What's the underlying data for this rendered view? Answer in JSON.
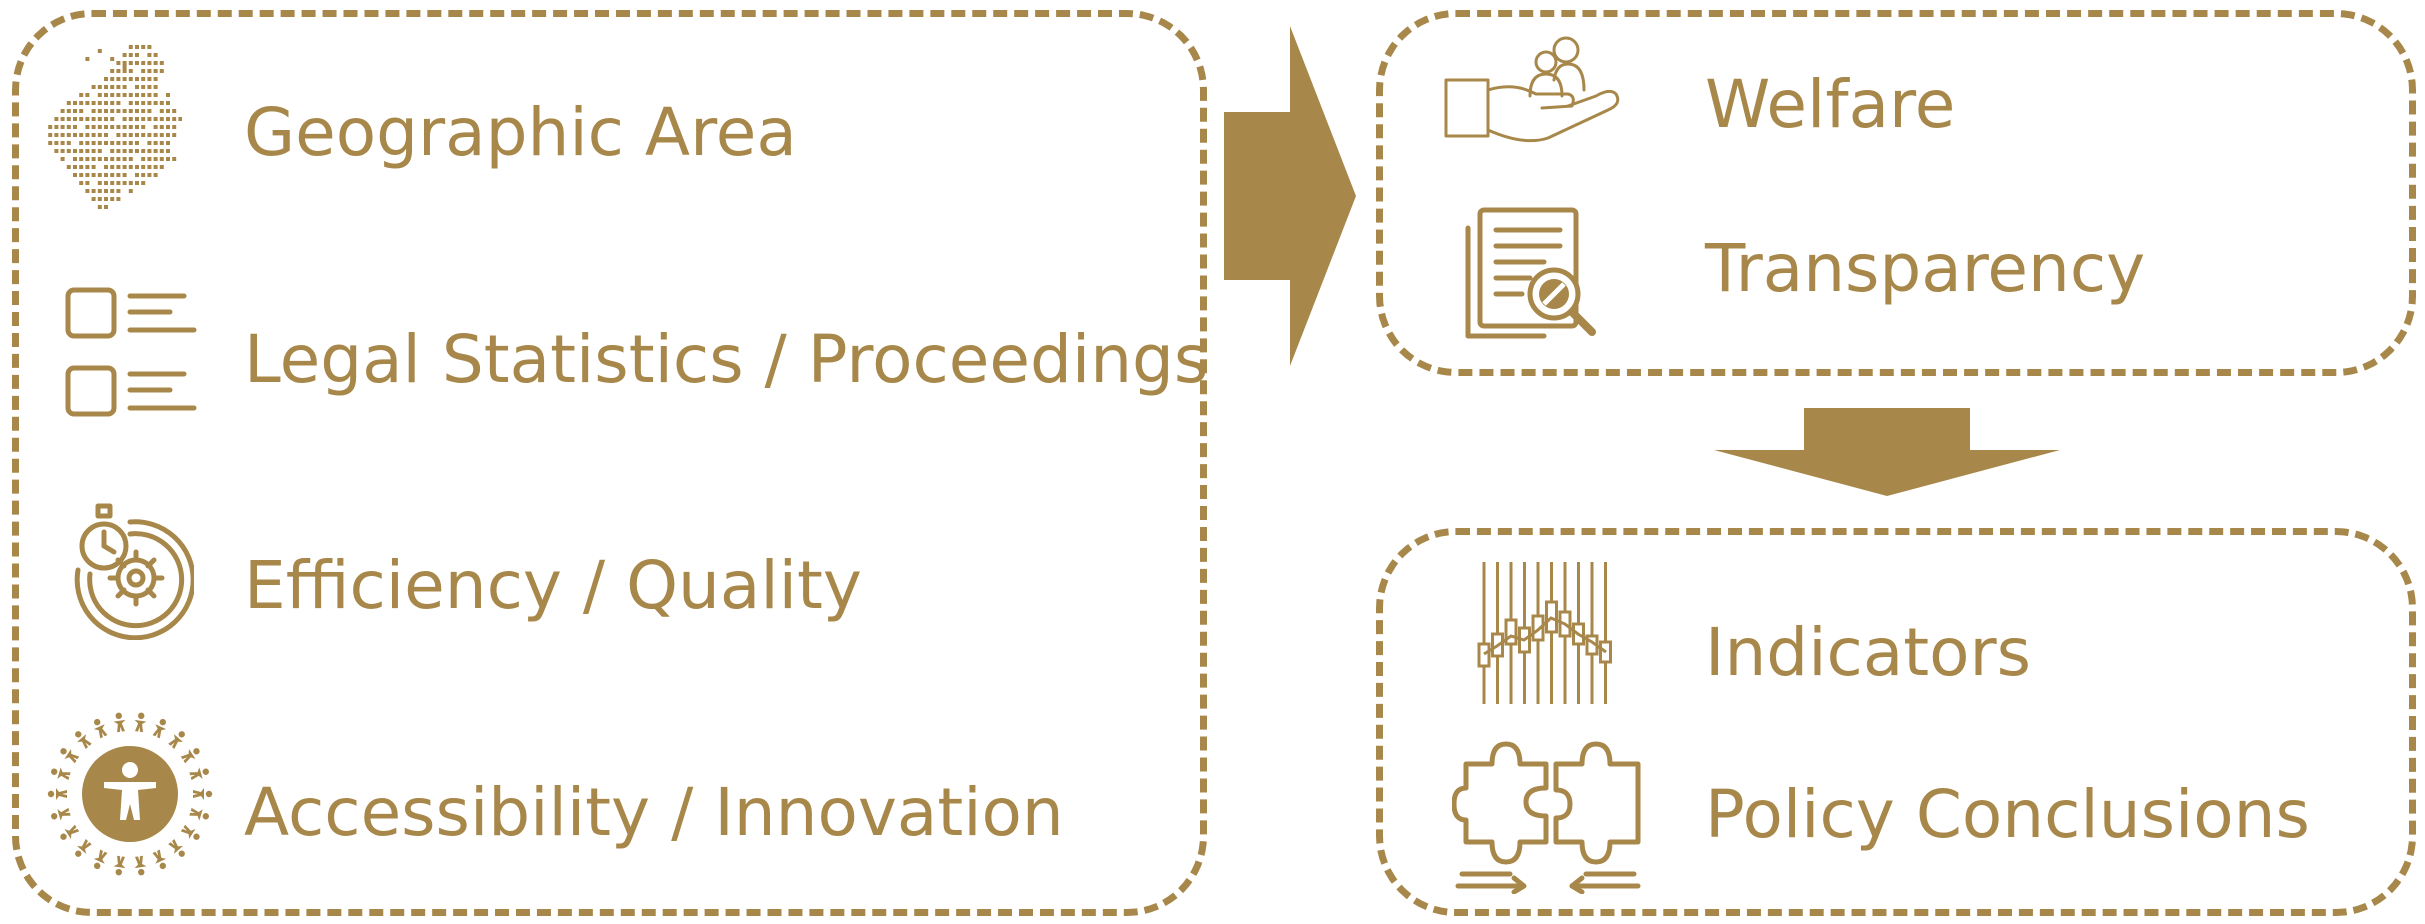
{
  "theme": {
    "accent": "#a8884a",
    "background": "#ffffff"
  },
  "left_panel": {
    "items": [
      {
        "label": "Geographic Area",
        "icon": "europe-dot-map-icon"
      },
      {
        "label": "Legal Statistics / Proceedings",
        "icon": "checklist-icon"
      },
      {
        "label": "Efficiency / Quality",
        "icon": "stopwatch-gear-icon"
      },
      {
        "label": "Accessibility / Innovation",
        "icon": "accessibility-icon"
      }
    ]
  },
  "top_right_panel": {
    "items": [
      {
        "label": "Welfare",
        "icon": "hand-with-people-icon"
      },
      {
        "label": "Transparency",
        "icon": "document-magnifier-icon"
      }
    ]
  },
  "bottom_right_panel": {
    "items": [
      {
        "label": "Indicators",
        "icon": "candlestick-chart-icon"
      },
      {
        "label": "Policy Conclusions",
        "icon": "puzzle-pieces-icon"
      }
    ]
  },
  "arrows": [
    {
      "direction": "right",
      "from": "left_panel",
      "to": "top_right_panel"
    },
    {
      "direction": "down",
      "from": "top_right_panel",
      "to": "bottom_right_panel"
    }
  ]
}
